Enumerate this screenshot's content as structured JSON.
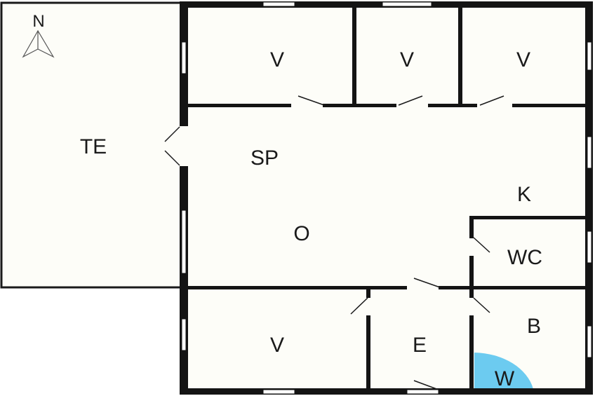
{
  "compass": {
    "label": "N"
  },
  "rooms": [
    {
      "id": "terrace",
      "label": "TE"
    },
    {
      "id": "bedroom-1",
      "label": "V"
    },
    {
      "id": "bedroom-2",
      "label": "V"
    },
    {
      "id": "bedroom-3",
      "label": "V"
    },
    {
      "id": "dining",
      "label": "SP"
    },
    {
      "id": "kitchen",
      "label": "K"
    },
    {
      "id": "living",
      "label": "O"
    },
    {
      "id": "toilet",
      "label": "WC"
    },
    {
      "id": "bedroom-4",
      "label": "V"
    },
    {
      "id": "entrance",
      "label": "E"
    },
    {
      "id": "bathroom",
      "label": "B"
    },
    {
      "id": "shower",
      "label": "W"
    }
  ],
  "colors": {
    "wall": "#141414",
    "floor": "#fdfdf8",
    "shower": "#6ccbf0"
  }
}
